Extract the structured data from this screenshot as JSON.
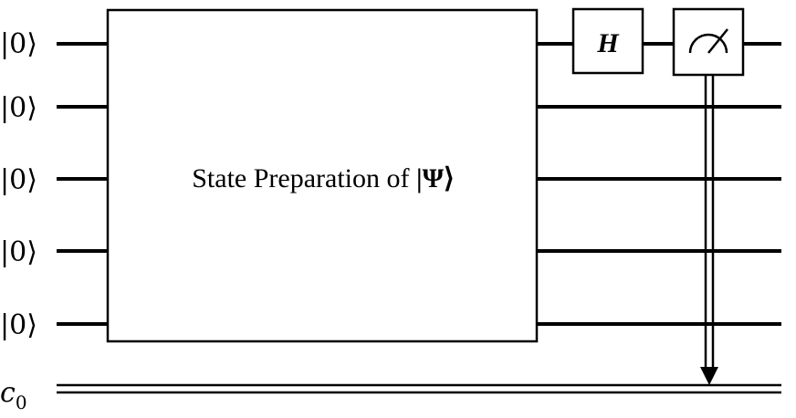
{
  "qubits": [
    {
      "label": "|0⟩"
    },
    {
      "label": "|0⟩"
    },
    {
      "label": "|0⟩"
    },
    {
      "label": "|0⟩"
    },
    {
      "label": "|0⟩"
    }
  ],
  "state_prep": {
    "text": "State Preparation of ",
    "psi": "|Ψ⟩"
  },
  "hadamard": {
    "label": "H"
  },
  "measure": {
    "icon": "meter-icon"
  },
  "classical": {
    "label": "c",
    "subscript": "0"
  }
}
